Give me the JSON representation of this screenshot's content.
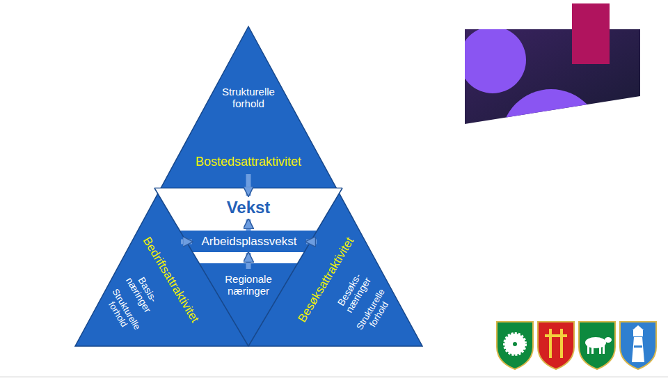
{
  "diagram": {
    "nodes": [
      {
        "text": [
          "Strukturelle forhold",
          "Bostedsattraktivitet"
        ]
      },
      {
        "text": [
          "Vekst"
        ]
      },
      {
        "text": [
          "Arbeidsplassvekst"
        ]
      },
      {
        "text": [
          "Regionale næringer"
        ]
      },
      {
        "text": [
          "Bedriftsattraktivitet",
          "Basis- næringer",
          "Strukturelle forhold"
        ]
      },
      {
        "text": [
          "Besøksattraktivitet",
          "Besøks- næringer",
          "Strukturelle forhold"
        ]
      }
    ],
    "edges": [
      {
        "from": 0,
        "to": 1,
        "arrow": "to"
      },
      {
        "from": 2,
        "to": 1,
        "arrow": "to"
      },
      {
        "from": 3,
        "to": 2,
        "arrow": "to"
      },
      {
        "from": 4,
        "to": 2,
        "arrow": "to"
      },
      {
        "from": 5,
        "to": 2,
        "arrow": "to"
      }
    ]
  }
}
